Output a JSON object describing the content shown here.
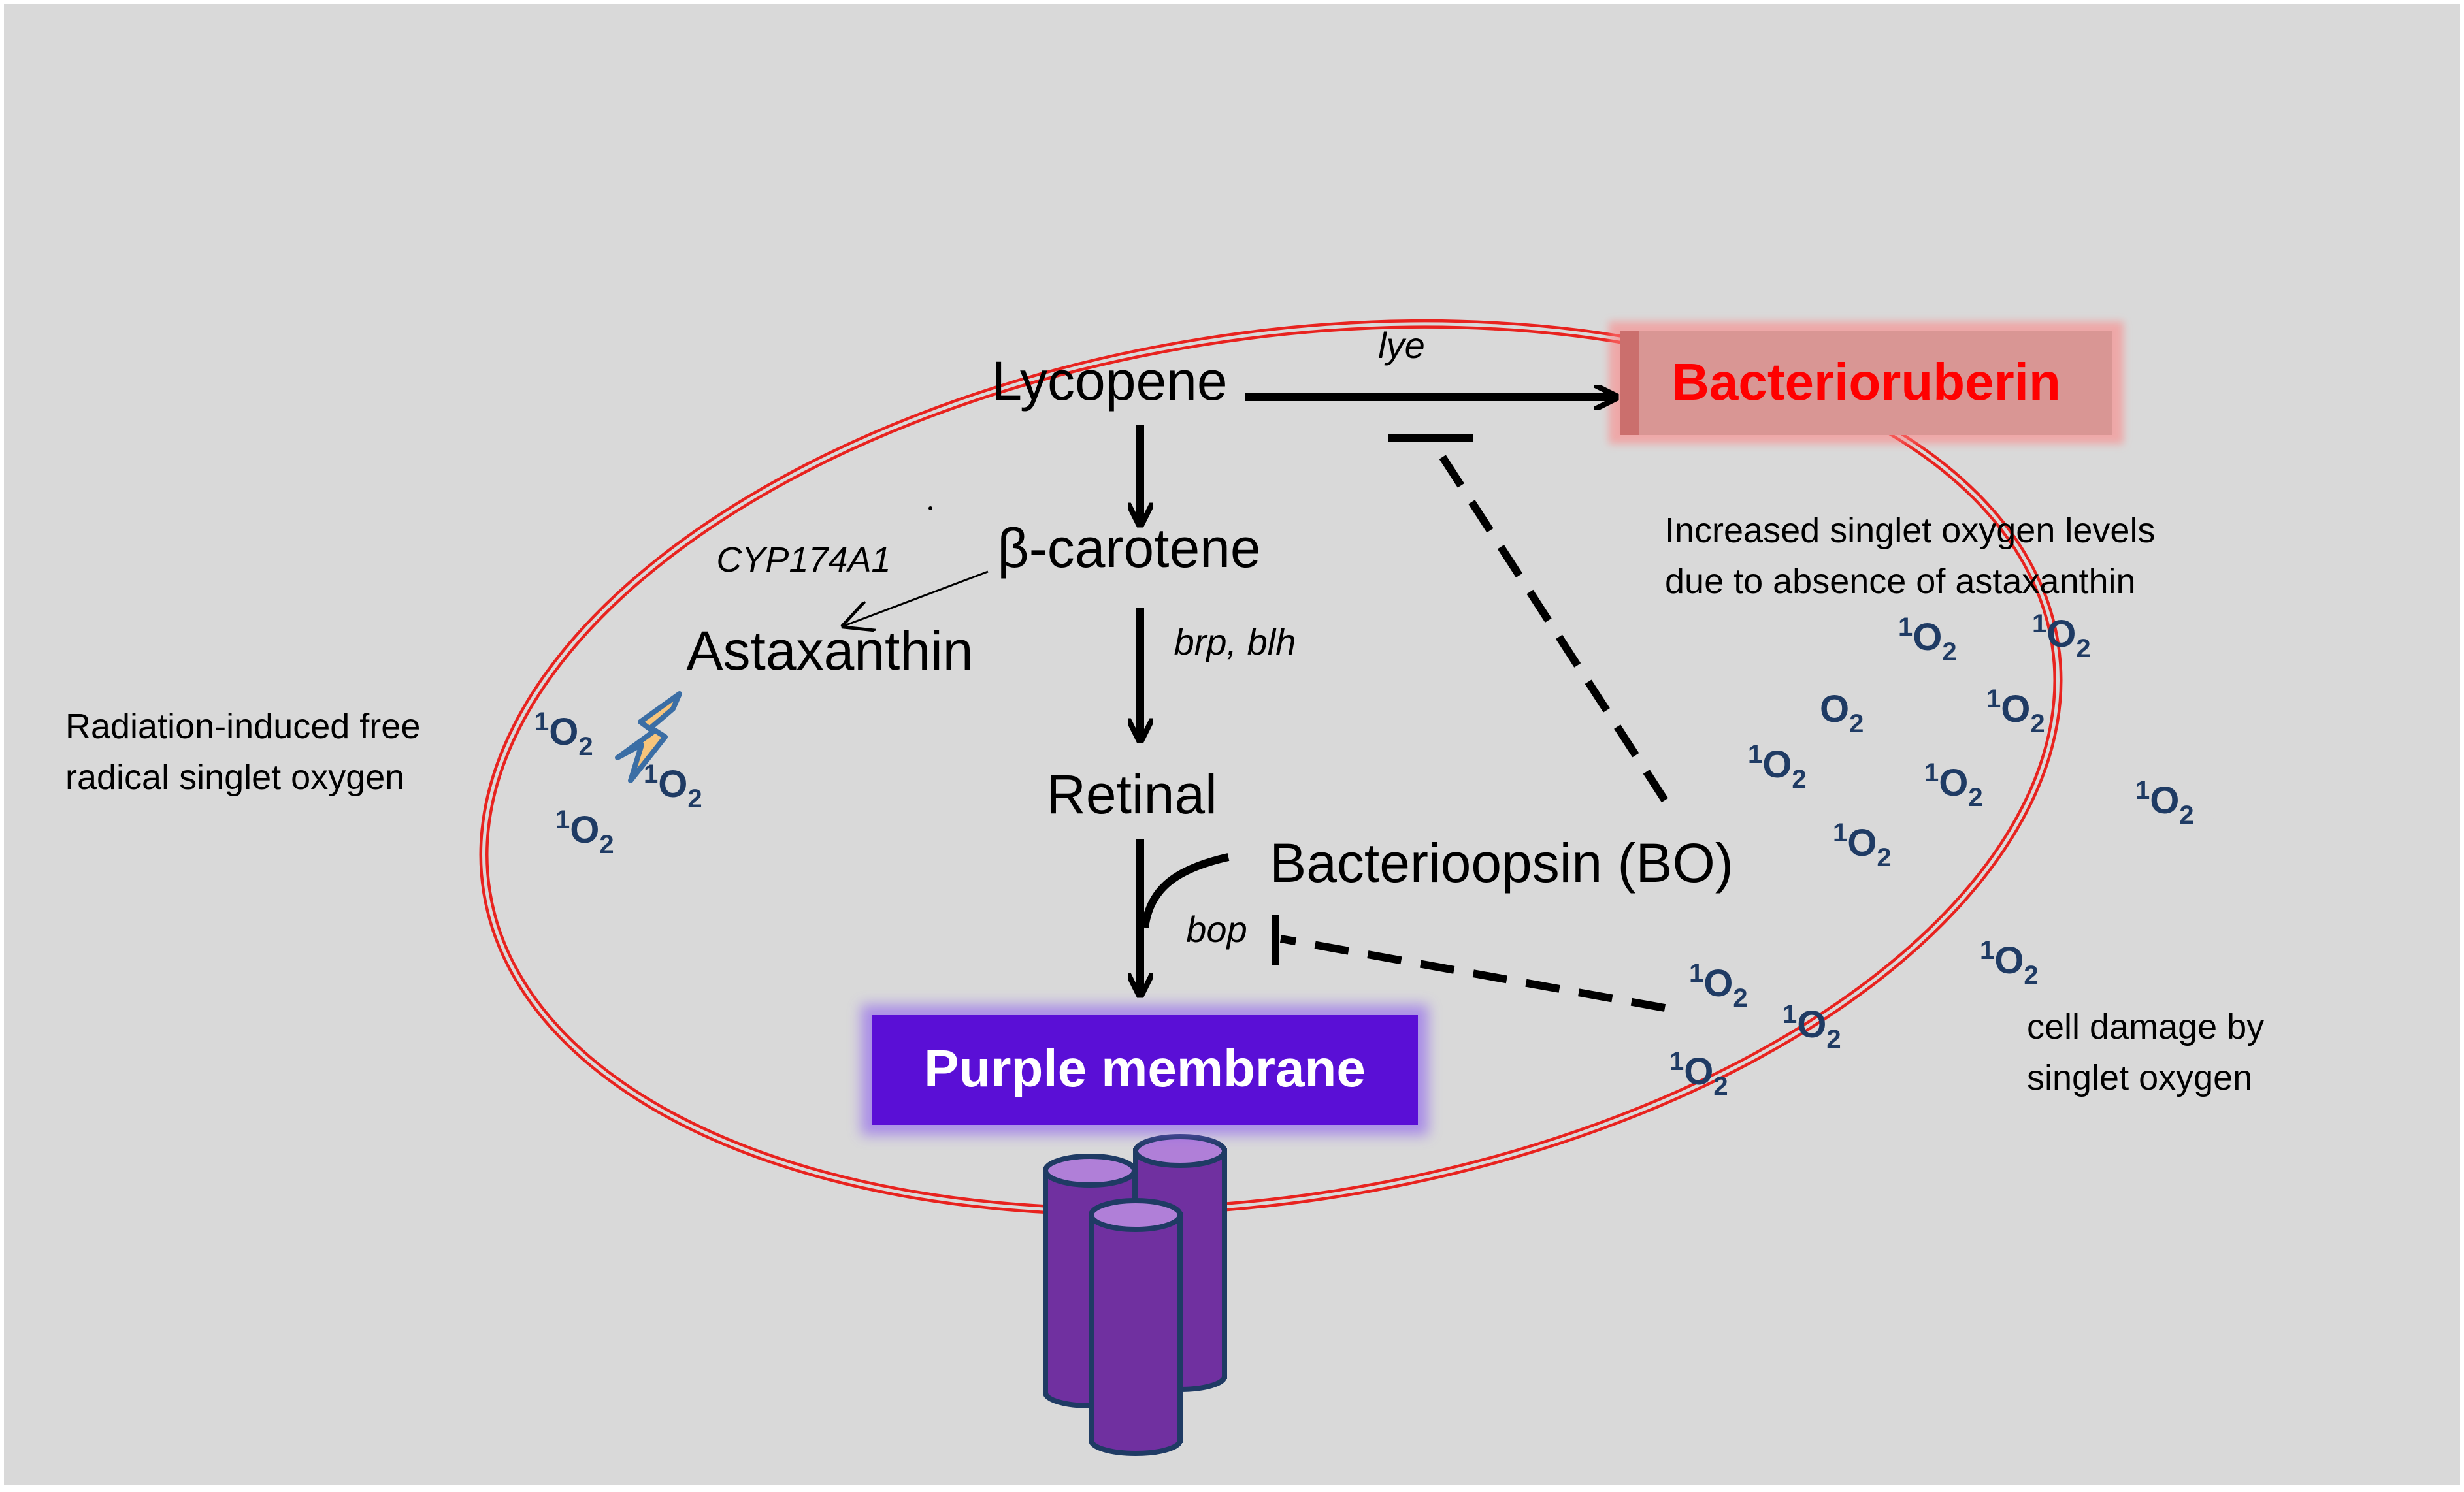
{
  "nodes": {
    "lycopene": "Lycopene",
    "beta_carotene": "β-carotene",
    "astaxanthin": "Astaxanthin",
    "retinal": "Retinal",
    "bacterioopsin": "Bacterioopsin (BO)",
    "bacterioruberin": "Bacterioruberin",
    "purple_membrane": "Purple membrane"
  },
  "genes": {
    "lye": "lye",
    "cyp": "CYP174A1",
    "brp_blh": "brp, blh",
    "bop": "bop"
  },
  "annotations": {
    "radiation_line1": "Radiation-induced free",
    "radiation_line2": "radical singlet oxygen",
    "increased_line1": "Increased singlet oxygen levels",
    "increased_line2": "due to  absence of astaxanthin",
    "damage_line1": "cell damage by",
    "damage_line2": "singlet oxygen"
  },
  "oxygen": {
    "symbol": "O",
    "singlet_superscript": "1",
    "subscript": "2"
  },
  "colors": {
    "background": "#d9d9d9",
    "cell_outline": "#e8231f",
    "bacterioruberin_text": "#ff0000",
    "bacterioruberin_box": "#d99694",
    "purple_membrane_box": "#5a0fd6",
    "membrane_protein": "#7030a0",
    "oxygen_text": "#1f3b64",
    "lightning": "#f8c57b"
  },
  "icons": {
    "radiation": "lightning-bolt-icon",
    "membrane_protein": "transmembrane-cylinders-icon"
  }
}
